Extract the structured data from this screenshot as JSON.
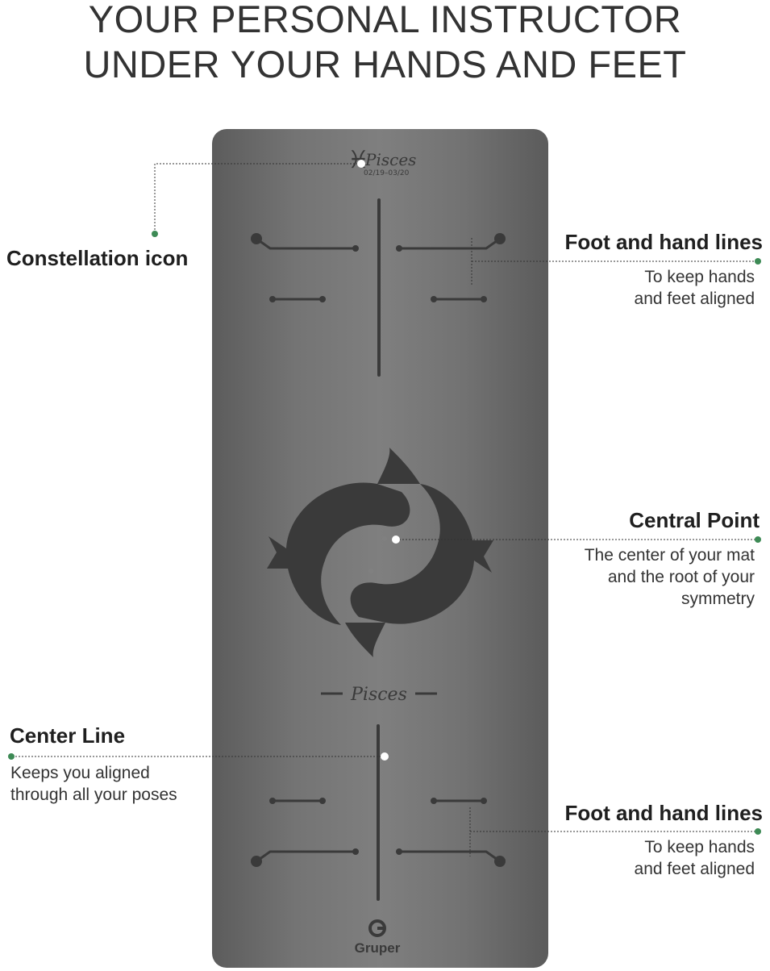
{
  "headline": {
    "line1": "YOUR PERSONAL INSTRUCTOR",
    "line2": "UNDER YOUR HANDS AND FEET"
  },
  "mat": {
    "sign_name": "Pisces",
    "sign_dates": "02/19–03/20",
    "sign_symbol": "♓",
    "bottom_sign_name": "Pisces",
    "brand": "Gruper",
    "brand_icon": "gruper-logo-icon",
    "colors": {
      "mat": "#747474",
      "lines": "#3a3a3a",
      "dot": "#3d8a55"
    }
  },
  "callouts": {
    "constellation": {
      "title": "Constellation icon"
    },
    "foot_hand_top": {
      "title": "Foot and hand lines",
      "desc1": "To keep hands",
      "desc2": "and feet aligned"
    },
    "central": {
      "title": "Central Point",
      "desc1": "The center of your mat",
      "desc2": "and the root of your",
      "desc3": "symmetry"
    },
    "center_line": {
      "title": "Center Line",
      "desc1": "Keeps you aligned",
      "desc2": "through all your poses"
    },
    "foot_hand_bottom": {
      "title": "Foot and hand lines",
      "desc1": "To keep hands",
      "desc2": "and feet aligned"
    }
  }
}
